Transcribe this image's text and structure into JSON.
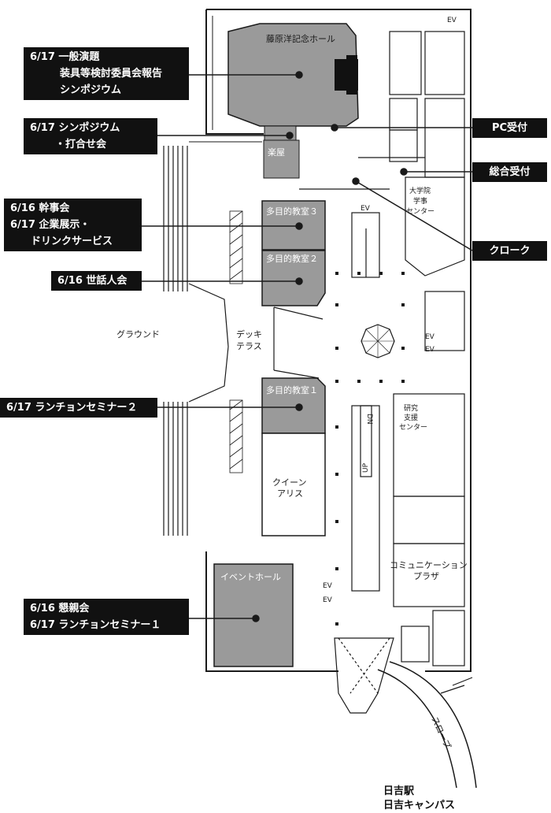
{
  "rooms": {
    "fujiwara_hall": "藤原洋記念ホール",
    "gakuya": "楽屋",
    "tamokuteki3": "多目的教室３",
    "tamokuteki2": "多目的教室２",
    "tamokuteki1": "多目的教室１",
    "queen_alice_1": "クイーン",
    "queen_alice_2": "アリス",
    "event_hall": "イベントホール",
    "ground": "グラウンド",
    "deck_1": "デッキ",
    "deck_2": "テラス",
    "grad_office_1": "大学院",
    "grad_office_2": "学事",
    "grad_office_3": "センター",
    "research_1": "研究",
    "research_2": "支援",
    "research_3": "センター",
    "comm_plaza_1": "コミュニケーション",
    "comm_plaza_2": "プラザ",
    "slope": "スロープ",
    "ev": "EV",
    "up": "UP",
    "dn": "DN",
    "to_station": "日吉駅",
    "to_campus": "日吉キャンパス"
  },
  "labels": {
    "ippan_1": "6/17 一般演題",
    "ippan_2": "装具等検討委員会報告",
    "ippan_3": "シンポジウム",
    "symp_1": "6/17 シンポジウム",
    "symp_2": "・打合せ会",
    "kanji_1": "6/16 幹事会",
    "kanji_2": "6/17 企業展示・",
    "kanji_3": "ドリンクサービス",
    "sewanin": "6/16 世話人会",
    "lunch2": "6/17 ランチョンセミナー２",
    "konshin_1": "6/16 懇親会",
    "konshin_2": "6/17 ランチョンセミナー１",
    "pc": "PC受付",
    "sogo": "総合受付",
    "cloak": "クローク"
  },
  "colors": {
    "highlight_room": "#9a9a9a",
    "label_bg": "#111111",
    "label_text": "#ffffff",
    "wall": "#1a1a1a"
  }
}
